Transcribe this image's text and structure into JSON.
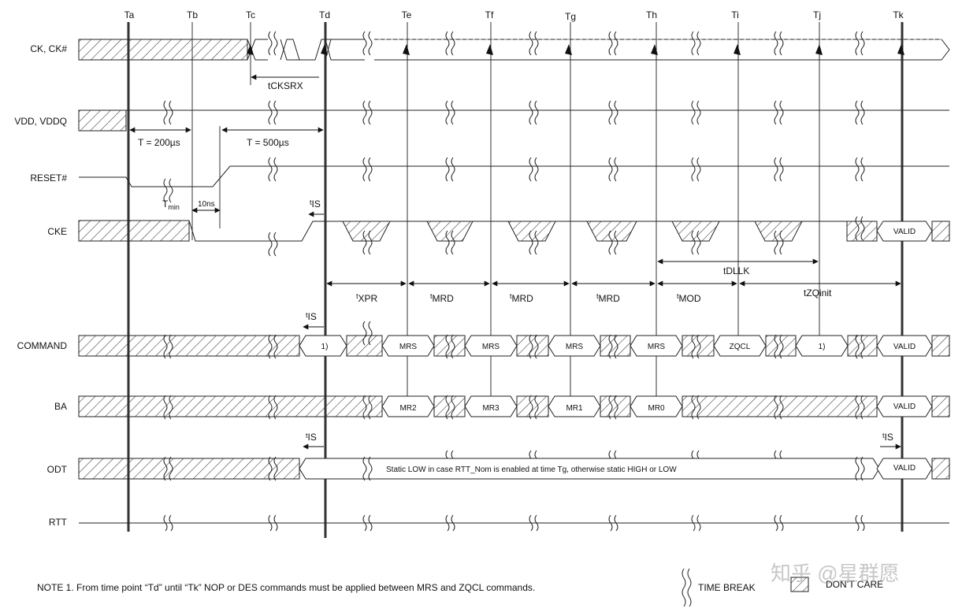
{
  "columns": [
    "Ta",
    "Tb",
    "Tc",
    "Td",
    "Te",
    "Tf",
    "Tg",
    "Th",
    "Ti",
    "Tj",
    "Tk"
  ],
  "signals": [
    "CK, CK#",
    "VDD, VDDQ",
    "RESET#",
    "CKE",
    "COMMAND",
    "BA",
    "ODT",
    "RTT"
  ],
  "timing": {
    "tcksrx": "tCKSRX",
    "t200": "T = 200µs",
    "t500": "T = 500µs",
    "tmin_main": "T",
    "tmin_sub": "min",
    "ns10": "10ns",
    "tis_pre": "t",
    "tis_main": "IS",
    "txpr_pre": "t",
    "txpr_main": "XPR",
    "tmrd_pre": "t",
    "tmrd_main": "MRD",
    "tmod_pre": "t",
    "tmod_main": "MOD",
    "tdllk": "tDLLK",
    "tzqinit": "tZQinit"
  },
  "command_boxes": [
    "1)",
    "MRS",
    "MRS",
    "MRS",
    "MRS",
    "ZQCL",
    "1)",
    "VALID"
  ],
  "ba_boxes": [
    "MR2",
    "MR3",
    "MR1",
    "MR0",
    "VALID"
  ],
  "cke_valid": "VALID",
  "odt_text": "Static LOW in case RTT_Nom is enabled at time Tg, otherwise static HIGH or LOW",
  "odt_valid": "VALID",
  "note": "NOTE 1.  From time point “Td” until “Tk” NOP or DES commands must be applied between MRS and ZQCL commands.",
  "legend": {
    "time_break": "TIME BREAK",
    "dont_care": "DON’T CARE"
  },
  "watermark": "知乎 @星群愿"
}
